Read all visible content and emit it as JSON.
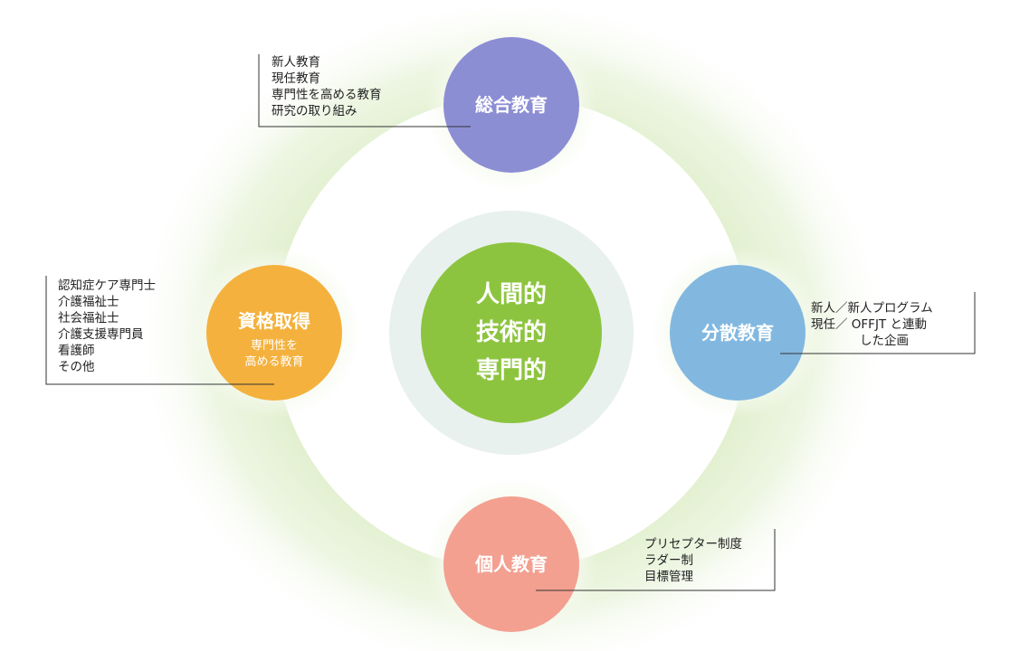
{
  "center": {
    "lines": [
      "人間的",
      "技術的",
      "専門的"
    ]
  },
  "nodes": {
    "top": {
      "title": "総合教育",
      "notes": [
        "新人教育",
        "現任教育",
        "専門性を高める教育",
        "研究の取り組み"
      ]
    },
    "right": {
      "title": "分散教育",
      "notes": [
        "新人／新人プログラム",
        "現任／ OFFJT と連動",
        "した企画"
      ]
    },
    "bottom": {
      "title": "個人教育",
      "notes": [
        "プリセプター制度",
        "ラダー制",
        "目標管理"
      ]
    },
    "left": {
      "title": "資格取得",
      "subtitle": [
        "専門性を",
        "高める教育"
      ],
      "notes": [
        "認知症ケア専門士",
        "介護福祉士",
        "社会福祉士",
        "介護支援専門員",
        "看護師",
        "その他"
      ]
    }
  },
  "colors": {
    "center": "#8dc43f",
    "top": "#8c8ed4",
    "right": "#82b8e0",
    "bottom": "#f3a091",
    "left": "#f4b13d",
    "ring": "#eaf4de"
  }
}
